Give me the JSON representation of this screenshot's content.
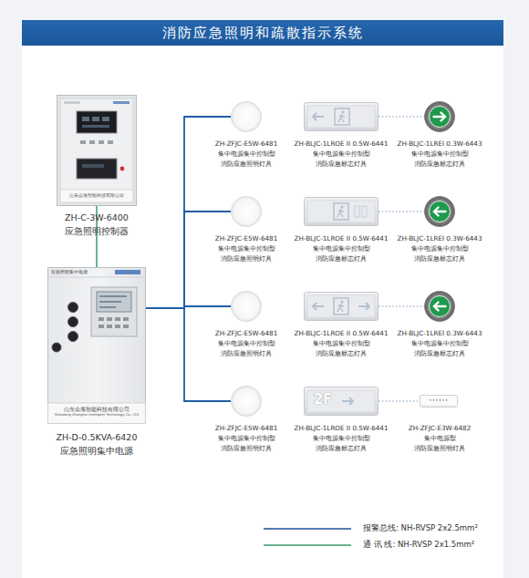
{
  "diagram": {
    "title": "消防应急照明和疏散指示系统",
    "nodes": [
      {
        "text": [
          "山东众海智能科技有限公司",
          "ZH-C-3W-6400",
          "应急照明控制器"
        ]
      },
      {
        "text": [
          "应急照明集中电源",
          "山东众海智能科技有限公司",
          "Shandong Zhonghai Intelligent Technology Co., LTD",
          "ZH-D-0.5KVA-6420",
          "应急照明集中电源"
        ]
      },
      {
        "text": [
          "ZH-ZFJC-E5W-6481",
          "集中电源集中控制型 消防应急照明灯具"
        ]
      },
      {
        "text": [
          "ZH-BLJC-1LROE II 0.5W-6441",
          "集中电源集中控制型 消防应急标志灯具"
        ]
      },
      {
        "text": [
          "ZH-BLJC-1LREI 0.3W-6443",
          "集中电源集中控制型 消防应急标志灯具"
        ]
      },
      {
        "text": [
          "ZH-ZFJC-E5W-6481",
          "集中电源集中控制型 消防应急照明灯具"
        ]
      },
      {
        "text": [
          "ZH-BLJC-1LROE II 0.5W-6441",
          "集中电源集中控制型 消防应急标志灯具"
        ]
      },
      {
        "text": [
          "ZH-BLJC-1LREI 0.3W-6443",
          "集中电源集中控制型 消防应急标志灯具"
        ]
      },
      {
        "text": [
          "ZH-ZFJC-E5W-6481",
          "集中电源集中控制型 消防应急照明灯具"
        ]
      },
      {
        "text": [
          "ZH-BLJC-1LROE II 0.5W-6441",
          "集中电源集中控制型 消防应急标志灯具"
        ]
      },
      {
        "text": [
          "ZH-BLJC-1LREI 0.3W-6443",
          "集中电源集中控制型 消防应急标志灯具"
        ]
      },
      {
        "text": [
          "ZH-ZFJC-E5W-6481",
          "集中电源集中控制型 消防应急照明灯具"
        ]
      },
      {
        "text": [
          "2F",
          "ZH-BLJC-1LROE II 0.5W-6441",
          "集中电源集中控制型 消防应急标志灯具"
        ]
      },
      {
        "text": [
          "ZH-ZFJC-E3W-6482",
          "集中电源型 消防应急照明灯具"
        ]
      }
    ],
    "edges": [
      {
        "from": 0,
        "to": 1,
        "arrow": "none"
      },
      {
        "from": 1,
        "to": 2,
        "arrow": "none"
      },
      {
        "from": 1,
        "to": 5,
        "arrow": "none"
      },
      {
        "from": 1,
        "to": 8,
        "arrow": "none"
      },
      {
        "from": 1,
        "to": 11,
        "arrow": "none"
      },
      {
        "from": 3,
        "to": 4,
        "arrow": "none"
      },
      {
        "from": 6,
        "to": 7,
        "arrow": "none"
      },
      {
        "from": 9,
        "to": 10,
        "arrow": "none"
      },
      {
        "from": 12,
        "to": 13,
        "arrow": "none"
      }
    ],
    "legend": [
      {
        "text": "报警总线: NH-RVSP 2x2.5mm²"
      },
      {
        "text": "通 讯 线: NH-RVSP 2x1.5mm²"
      }
    ]
  }
}
